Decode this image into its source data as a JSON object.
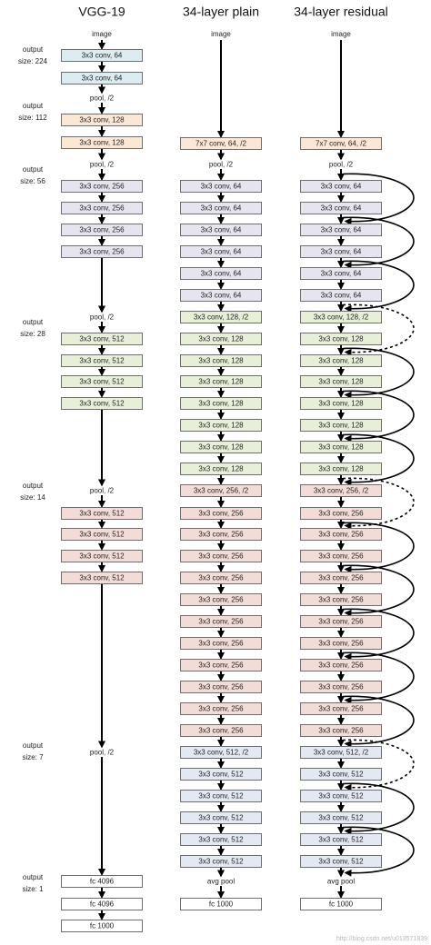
{
  "colors": {
    "blue": "#dcecf1",
    "orange": "#fbe7d6",
    "purple": "#e6e4ee",
    "green": "#e7efd9",
    "pink": "#f3dbd8",
    "steel": "#e2e9f2",
    "white": "#ffffff",
    "stroke": "#6e6e6e",
    "arrow": "#000000"
  },
  "columns": [
    {
      "id": "vgg",
      "title": "VGG-19",
      "input": "image",
      "items": [
        {
          "kind": "box",
          "text": "3x3 conv, 64",
          "color": "blue"
        },
        {
          "kind": "box",
          "text": "3x3 conv, 64",
          "color": "blue"
        },
        {
          "kind": "text",
          "text": "pool, /2"
        },
        {
          "kind": "box",
          "text": "3x3 conv, 128",
          "color": "orange"
        },
        {
          "kind": "box",
          "text": "3x3 conv, 128",
          "color": "orange"
        },
        {
          "kind": "text",
          "text": "pool, /2"
        },
        {
          "kind": "box",
          "text": "3x3 conv, 256",
          "color": "purple"
        },
        {
          "kind": "box",
          "text": "3x3 conv, 256",
          "color": "purple"
        },
        {
          "kind": "box",
          "text": "3x3 conv, 256",
          "color": "purple"
        },
        {
          "kind": "box",
          "text": "3x3 conv, 256",
          "color": "purple"
        },
        {
          "kind": "text",
          "text": "pool, /2"
        },
        {
          "kind": "box",
          "text": "3x3 conv, 512",
          "color": "green"
        },
        {
          "kind": "box",
          "text": "3x3 conv, 512",
          "color": "green"
        },
        {
          "kind": "box",
          "text": "3x3 conv, 512",
          "color": "green"
        },
        {
          "kind": "box",
          "text": "3x3 conv, 512",
          "color": "green"
        },
        {
          "kind": "text",
          "text": "pool, /2"
        },
        {
          "kind": "box",
          "text": "3x3 conv, 512",
          "color": "pink"
        },
        {
          "kind": "box",
          "text": "3x3 conv, 512",
          "color": "pink"
        },
        {
          "kind": "box",
          "text": "3x3 conv, 512",
          "color": "pink"
        },
        {
          "kind": "box",
          "text": "3x3 conv, 512",
          "color": "pink"
        },
        {
          "kind": "text",
          "text": "pool, /2"
        },
        {
          "kind": "box",
          "text": "fc 4096",
          "color": "white"
        },
        {
          "kind": "box",
          "text": "fc 4096",
          "color": "white"
        },
        {
          "kind": "box",
          "text": "fc 1000",
          "color": "white"
        }
      ]
    },
    {
      "id": "plain",
      "title": "34-layer plain",
      "input": "image",
      "items": [
        {
          "kind": "box",
          "text": "7x7 conv, 64, /2",
          "color": "orange"
        },
        {
          "kind": "text",
          "text": "pool, /2"
        },
        {
          "kind": "box",
          "text": "3x3 conv, 64",
          "color": "purple"
        },
        {
          "kind": "box",
          "text": "3x3 conv, 64",
          "color": "purple"
        },
        {
          "kind": "box",
          "text": "3x3 conv, 64",
          "color": "purple"
        },
        {
          "kind": "box",
          "text": "3x3 conv, 64",
          "color": "purple"
        },
        {
          "kind": "box",
          "text": "3x3 conv, 64",
          "color": "purple"
        },
        {
          "kind": "box",
          "text": "3x3 conv, 64",
          "color": "purple"
        },
        {
          "kind": "box",
          "text": "3x3 conv, 128, /2",
          "color": "green"
        },
        {
          "kind": "box",
          "text": "3x3 conv, 128",
          "color": "green"
        },
        {
          "kind": "box",
          "text": "3x3 conv, 128",
          "color": "green"
        },
        {
          "kind": "box",
          "text": "3x3 conv, 128",
          "color": "green"
        },
        {
          "kind": "box",
          "text": "3x3 conv, 128",
          "color": "green"
        },
        {
          "kind": "box",
          "text": "3x3 conv, 128",
          "color": "green"
        },
        {
          "kind": "box",
          "text": "3x3 conv, 128",
          "color": "green"
        },
        {
          "kind": "box",
          "text": "3x3 conv, 128",
          "color": "green"
        },
        {
          "kind": "box",
          "text": "3x3 conv, 256, /2",
          "color": "pink"
        },
        {
          "kind": "box",
          "text": "3x3 conv, 256",
          "color": "pink"
        },
        {
          "kind": "box",
          "text": "3x3 conv, 256",
          "color": "pink"
        },
        {
          "kind": "box",
          "text": "3x3 conv, 256",
          "color": "pink"
        },
        {
          "kind": "box",
          "text": "3x3 conv, 256",
          "color": "pink"
        },
        {
          "kind": "box",
          "text": "3x3 conv, 256",
          "color": "pink"
        },
        {
          "kind": "box",
          "text": "3x3 conv, 256",
          "color": "pink"
        },
        {
          "kind": "box",
          "text": "3x3 conv, 256",
          "color": "pink"
        },
        {
          "kind": "box",
          "text": "3x3 conv, 256",
          "color": "pink"
        },
        {
          "kind": "box",
          "text": "3x3 conv, 256",
          "color": "pink"
        },
        {
          "kind": "box",
          "text": "3x3 conv, 256",
          "color": "pink"
        },
        {
          "kind": "box",
          "text": "3x3 conv, 256",
          "color": "pink"
        },
        {
          "kind": "box",
          "text": "3x3 conv, 512, /2",
          "color": "steel"
        },
        {
          "kind": "box",
          "text": "3x3 conv, 512",
          "color": "steel"
        },
        {
          "kind": "box",
          "text": "3x3 conv, 512",
          "color": "steel"
        },
        {
          "kind": "box",
          "text": "3x3 conv, 512",
          "color": "steel"
        },
        {
          "kind": "box",
          "text": "3x3 conv, 512",
          "color": "steel"
        },
        {
          "kind": "box",
          "text": "3x3 conv, 512",
          "color": "steel"
        },
        {
          "kind": "text",
          "text": "avg pool"
        },
        {
          "kind": "box",
          "text": "fc 1000",
          "color": "white"
        }
      ]
    },
    {
      "id": "residual",
      "title": "34-layer residual",
      "input": "image",
      "items": [
        {
          "kind": "box",
          "text": "7x7 conv, 64, /2",
          "color": "orange"
        },
        {
          "kind": "text",
          "text": "pool, /2"
        },
        {
          "kind": "box",
          "text": "3x3 conv, 64",
          "color": "purple"
        },
        {
          "kind": "box",
          "text": "3x3 conv, 64",
          "color": "purple"
        },
        {
          "kind": "box",
          "text": "3x3 conv, 64",
          "color": "purple"
        },
        {
          "kind": "box",
          "text": "3x3 conv, 64",
          "color": "purple"
        },
        {
          "kind": "box",
          "text": "3x3 conv, 64",
          "color": "purple"
        },
        {
          "kind": "box",
          "text": "3x3 conv, 64",
          "color": "purple"
        },
        {
          "kind": "box",
          "text": "3x3 conv, 128, /2",
          "color": "green"
        },
        {
          "kind": "box",
          "text": "3x3 conv, 128",
          "color": "green"
        },
        {
          "kind": "box",
          "text": "3x3 conv, 128",
          "color": "green"
        },
        {
          "kind": "box",
          "text": "3x3 conv, 128",
          "color": "green"
        },
        {
          "kind": "box",
          "text": "3x3 conv, 128",
          "color": "green"
        },
        {
          "kind": "box",
          "text": "3x3 conv, 128",
          "color": "green"
        },
        {
          "kind": "box",
          "text": "3x3 conv, 128",
          "color": "green"
        },
        {
          "kind": "box",
          "text": "3x3 conv, 128",
          "color": "green"
        },
        {
          "kind": "box",
          "text": "3x3 conv, 256, /2",
          "color": "pink"
        },
        {
          "kind": "box",
          "text": "3x3 conv, 256",
          "color": "pink"
        },
        {
          "kind": "box",
          "text": "3x3 conv, 256",
          "color": "pink"
        },
        {
          "kind": "box",
          "text": "3x3 conv, 256",
          "color": "pink"
        },
        {
          "kind": "box",
          "text": "3x3 conv, 256",
          "color": "pink"
        },
        {
          "kind": "box",
          "text": "3x3 conv, 256",
          "color": "pink"
        },
        {
          "kind": "box",
          "text": "3x3 conv, 256",
          "color": "pink"
        },
        {
          "kind": "box",
          "text": "3x3 conv, 256",
          "color": "pink"
        },
        {
          "kind": "box",
          "text": "3x3 conv, 256",
          "color": "pink"
        },
        {
          "kind": "box",
          "text": "3x3 conv, 256",
          "color": "pink"
        },
        {
          "kind": "box",
          "text": "3x3 conv, 256",
          "color": "pink"
        },
        {
          "kind": "box",
          "text": "3x3 conv, 256",
          "color": "pink"
        },
        {
          "kind": "box",
          "text": "3x3 conv, 512, /2",
          "color": "steel"
        },
        {
          "kind": "box",
          "text": "3x3 conv, 512",
          "color": "steel"
        },
        {
          "kind": "box",
          "text": "3x3 conv, 512",
          "color": "steel"
        },
        {
          "kind": "box",
          "text": "3x3 conv, 512",
          "color": "steel"
        },
        {
          "kind": "box",
          "text": "3x3 conv, 512",
          "color": "steel"
        },
        {
          "kind": "box",
          "text": "3x3 conv, 512",
          "color": "steel"
        },
        {
          "kind": "text",
          "text": "avg pool"
        },
        {
          "kind": "box",
          "text": "fc 1000",
          "color": "white"
        }
      ]
    }
  ],
  "output_sizes": [
    {
      "line1": "output",
      "line2": "size: 224"
    },
    {
      "line1": "output",
      "line2": "size: 112"
    },
    {
      "line1": "output",
      "line2": "size: 56"
    },
    {
      "line1": "output",
      "line2": "size: 28"
    },
    {
      "line1": "output",
      "line2": "size: 14"
    },
    {
      "line1": "output",
      "line2": "size: 7"
    },
    {
      "line1": "output",
      "line2": "size: 1"
    }
  ],
  "shortcuts": [
    {
      "from": 2,
      "to": 4,
      "dashed": false
    },
    {
      "from": 4,
      "to": 6,
      "dashed": false
    },
    {
      "from": 6,
      "to": 8,
      "dashed": false
    },
    {
      "from": 8,
      "to": 10,
      "dashed": true
    },
    {
      "from": 10,
      "to": 12,
      "dashed": false
    },
    {
      "from": 12,
      "to": 14,
      "dashed": false
    },
    {
      "from": 14,
      "to": 16,
      "dashed": false
    },
    {
      "from": 16,
      "to": 18,
      "dashed": true
    },
    {
      "from": 18,
      "to": 20,
      "dashed": false
    },
    {
      "from": 20,
      "to": 22,
      "dashed": false
    },
    {
      "from": 22,
      "to": 24,
      "dashed": false
    },
    {
      "from": 24,
      "to": 26,
      "dashed": false
    },
    {
      "from": 26,
      "to": 28,
      "dashed": false
    },
    {
      "from": 28,
      "to": 30,
      "dashed": true
    },
    {
      "from": 30,
      "to": 32,
      "dashed": false
    },
    {
      "from": 32,
      "to": 34,
      "dashed": false
    }
  ],
  "watermark": "http://blog.csdn.net/u013571839"
}
